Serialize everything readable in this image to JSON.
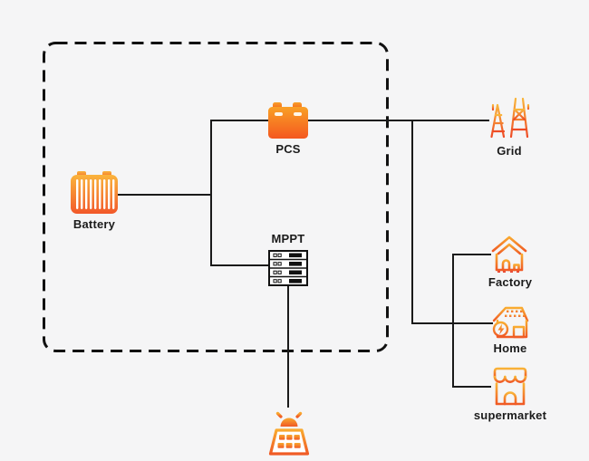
{
  "diagram": {
    "title": "",
    "background": "#f5f5f6",
    "palette": {
      "line": "#1a1a1a",
      "label": "#1b1b1b",
      "orange_top": "#FBB03B",
      "orange_bottom": "#F15A24"
    },
    "boundary": {
      "style": "dashed-rounded-rectangle",
      "contains": [
        "Battery",
        "PCS",
        "MPPT"
      ]
    },
    "nodes": {
      "pcs": {
        "label": "PCS",
        "icon": "pcs-unit-icon"
      },
      "battery": {
        "label": "Battery",
        "icon": "battery-icon"
      },
      "mppt": {
        "label": "MPPT",
        "icon": "server-rack-icon"
      },
      "grid": {
        "label": "Grid",
        "icon": "transmission-tower-icon"
      },
      "factory": {
        "label": "Factory",
        "icon": "factory-icon"
      },
      "home": {
        "label": "Home",
        "icon": "solar-home-icon"
      },
      "supermarket": {
        "label": "supermarket",
        "icon": "storefront-icon"
      },
      "solar": {
        "label": "",
        "icon": "solar-panel-icon"
      }
    },
    "edges": [
      {
        "from": "battery",
        "to": "pcs"
      },
      {
        "from": "battery",
        "to": "mppt"
      },
      {
        "from": "pcs",
        "to": "grid"
      },
      {
        "from": "pcs",
        "to": "factory"
      },
      {
        "from": "pcs",
        "to": "home"
      },
      {
        "from": "pcs",
        "to": "supermarket"
      },
      {
        "from": "mppt",
        "to": "solar"
      }
    ]
  }
}
